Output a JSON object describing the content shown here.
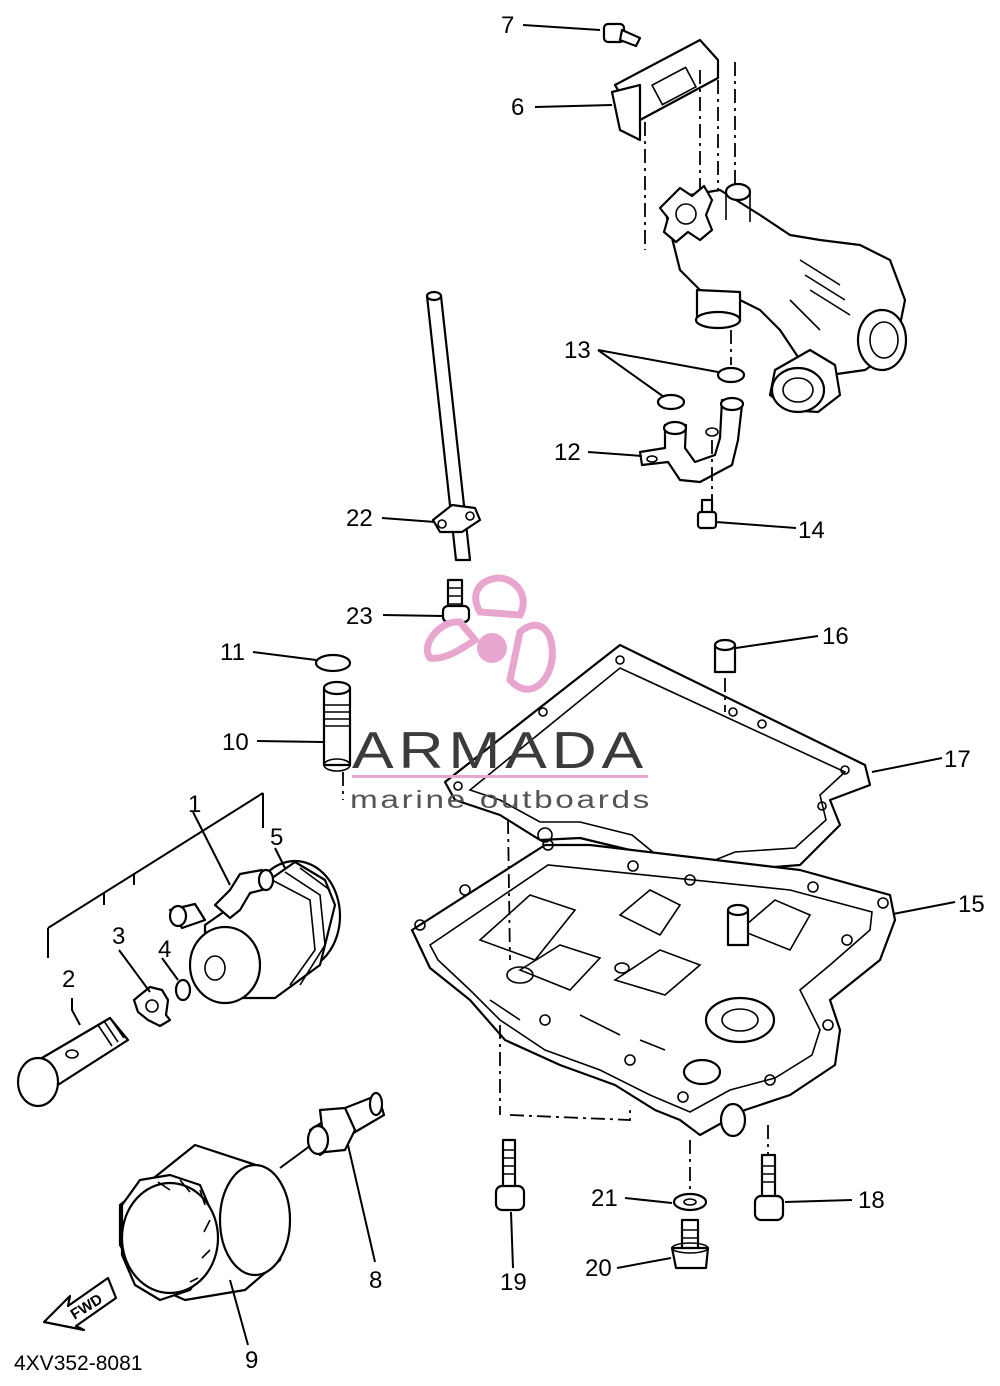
{
  "diagram": {
    "code": "4XV352-8081",
    "fwd_label": "FWD",
    "labels": [
      "1",
      "2",
      "3",
      "4",
      "5",
      "6",
      "7",
      "8",
      "9",
      "10",
      "11",
      "12",
      "13",
      "14",
      "15",
      "16",
      "17",
      "18",
      "19",
      "20",
      "21",
      "22",
      "23"
    ]
  },
  "watermark": {
    "brand": "ARMADA",
    "tagline": "marine outboards",
    "color": "#e8a6cf"
  }
}
